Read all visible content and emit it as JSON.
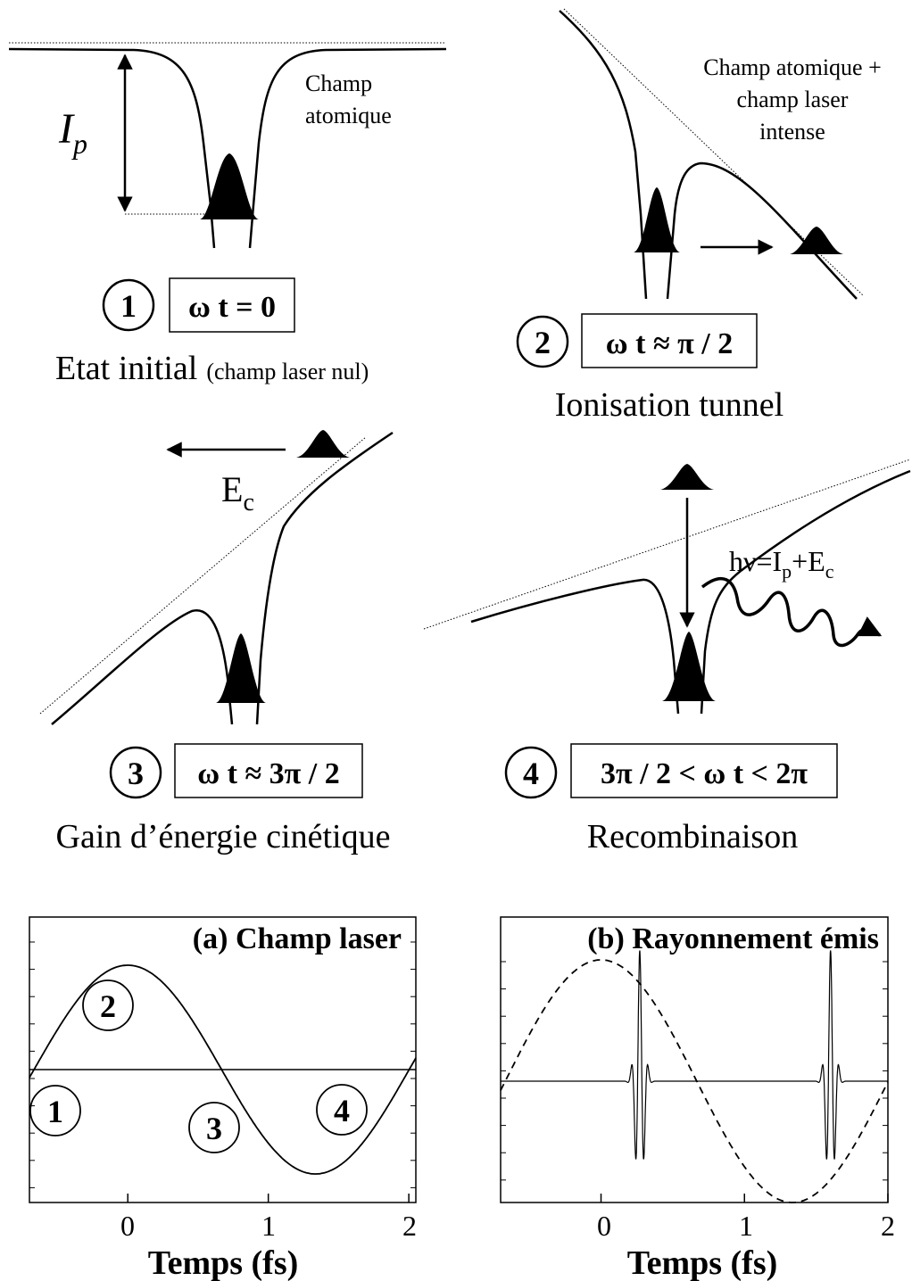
{
  "panel1": {
    "ip_main": "I",
    "ip_sub": "p",
    "label_line1": "Champ",
    "label_line2": "atomique",
    "step": "1",
    "phase": "ω t = 0",
    "caption_main": "Etat initial",
    "caption_small": "(champ laser nul)"
  },
  "panel2": {
    "label_line1": "Champ atomique +",
    "label_line2": "champ laser",
    "label_line3": "intense",
    "step": "2",
    "phase": "ω t ≈ π / 2",
    "caption": "Ionisation tunnel"
  },
  "panel3": {
    "ec_main": "E",
    "ec_sub": "c",
    "step": "3",
    "phase": "ω t ≈ 3π / 2",
    "caption": "Gain d’énergie cinétique"
  },
  "panel4": {
    "formula_hv": "hν=I",
    "formula_p": "p",
    "formula_plus": "+E",
    "formula_c": "c",
    "step": "4",
    "phase": "3π / 2 < ω t < 2π",
    "caption": "Recombinaison"
  },
  "chart_data": [
    {
      "type": "line",
      "title": "(a) Champ laser",
      "xlabel": "Temps (fs)",
      "ylabel": "",
      "xlim": [
        -0.7,
        2.05
      ],
      "ylim": [
        -1.2,
        1.2
      ],
      "xticks": [
        "0",
        "1",
        "2"
      ],
      "xtick_values": [
        0,
        1,
        2
      ],
      "markers": [
        "1",
        "2",
        "3",
        "4"
      ],
      "series": [
        {
          "style": "solid",
          "kind": "cosine",
          "period_fs": 2.67,
          "amplitude": 1,
          "zero_line": true
        }
      ]
    },
    {
      "type": "line",
      "title": "(b) Rayonnement émis",
      "xlabel": "Temps (fs)",
      "ylabel": "",
      "xlim": [
        -0.7,
        2.0
      ],
      "ylim": [
        -1.2,
        1.2
      ],
      "xticks": [
        "0",
        "1",
        "2"
      ],
      "xtick_values": [
        0,
        1,
        2
      ],
      "series": [
        {
          "style": "dashed",
          "kind": "cosine",
          "period_fs": 2.67,
          "amplitude": 1
        },
        {
          "style": "solid",
          "kind": "bursts",
          "burst_centers_fs": [
            0.27,
            1.6
          ],
          "burst_amplitude": 1.1
        }
      ]
    }
  ]
}
